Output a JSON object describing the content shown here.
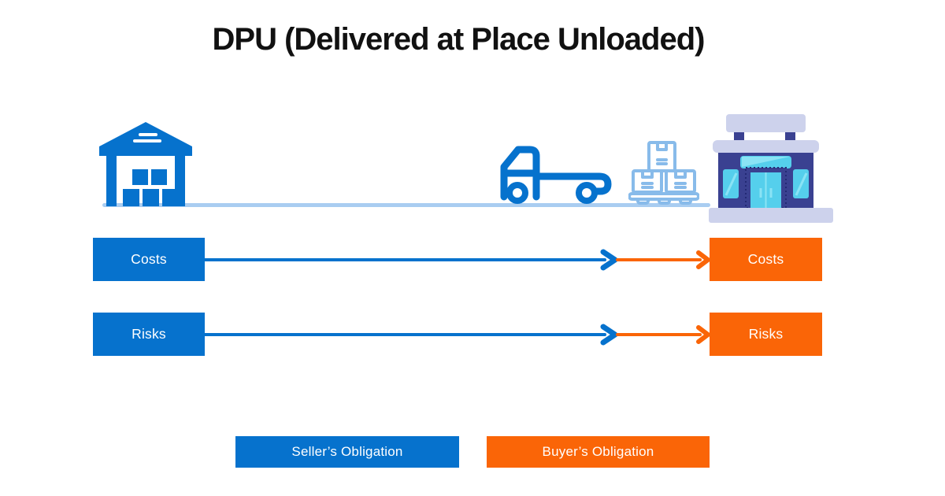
{
  "title": "DPU (Delivered at Place Unloaded)",
  "icons": {
    "origin": "warehouse-icon",
    "transport": "truck-icon",
    "cargo": "pallet-boxes-icon",
    "destination": "store-icon",
    "track": "ground-line"
  },
  "rows": [
    {
      "id": "costs",
      "seller_label": "Costs",
      "buyer_label": "Costs"
    },
    {
      "id": "risks",
      "seller_label": "Risks",
      "buyer_label": "Risks"
    }
  ],
  "legend": {
    "seller_label": "Seller’s Obligation",
    "buyer_label": "Buyer’s Obligation"
  },
  "colors": {
    "seller_blue": "#0672cd",
    "buyer_orange": "#fa6507",
    "ground_line": "#a9cdf1",
    "pallet_outline": "#88bbea",
    "store_navy": "#3a4191",
    "store_trim": "#cdd2ec",
    "store_glass": "#55cfec",
    "store_glass_light": "#8ae3f5",
    "title_text": "#111111",
    "background": "#ffffff"
  }
}
